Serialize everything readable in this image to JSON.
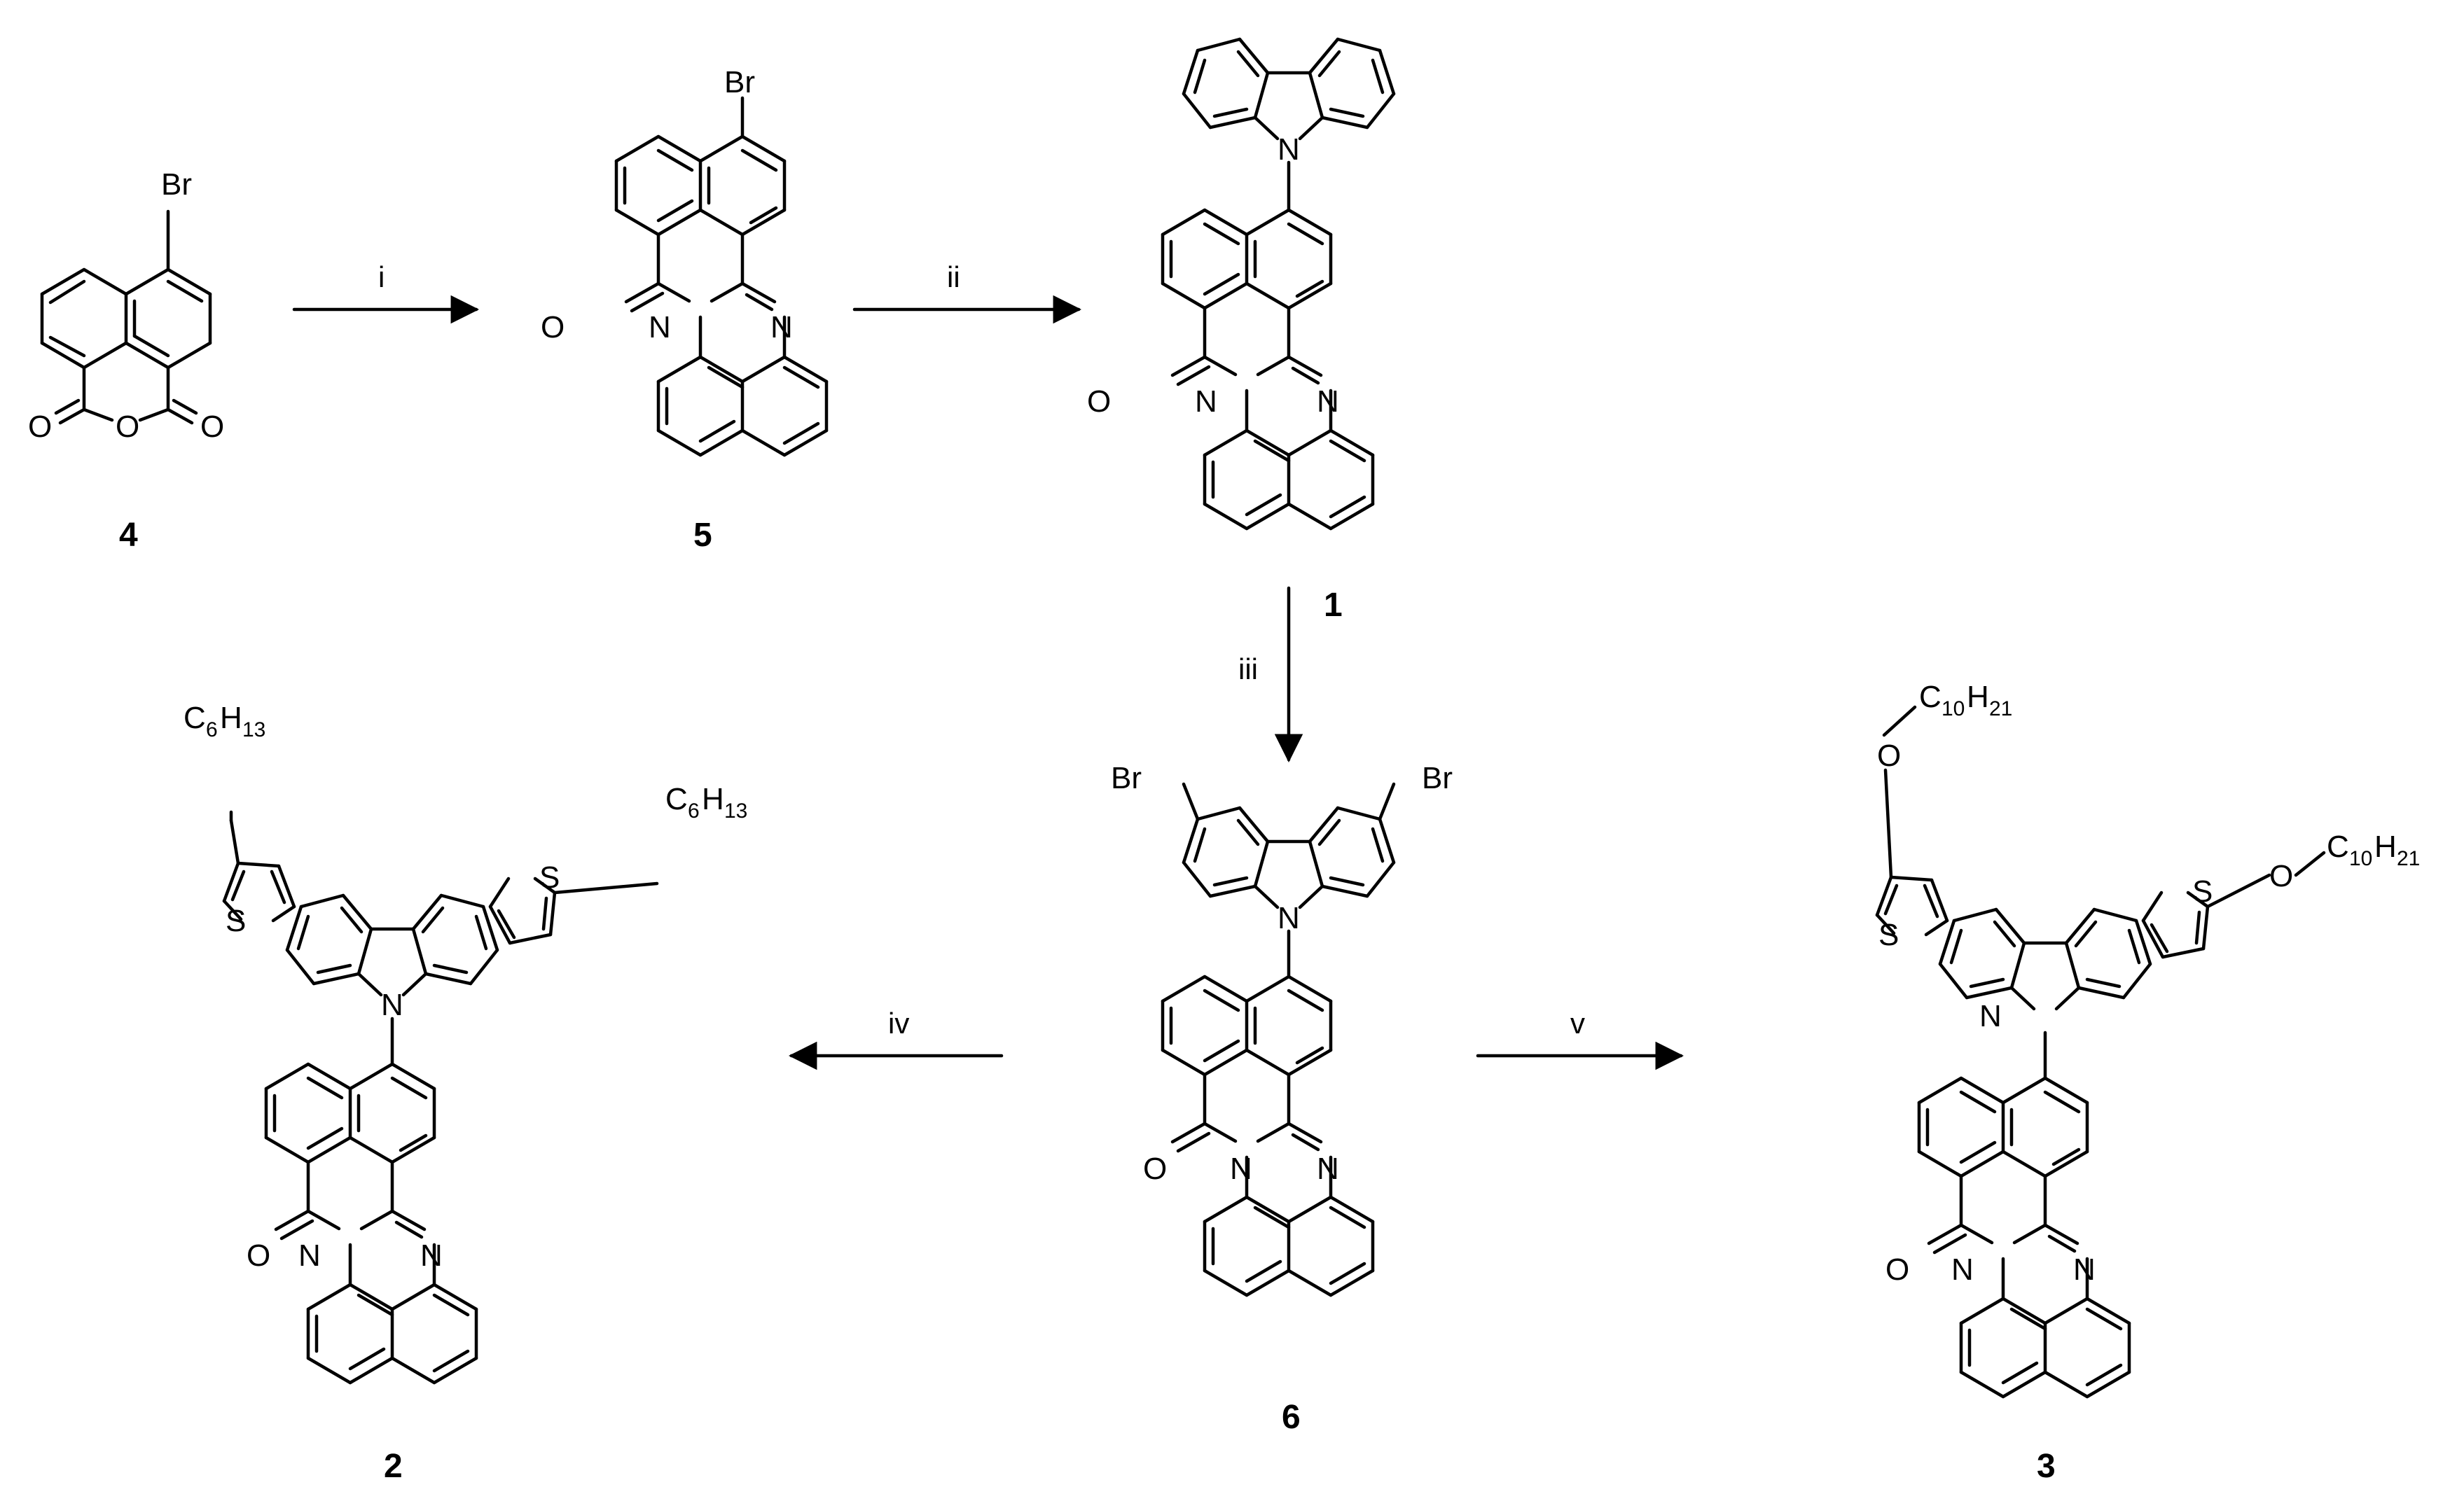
{
  "compounds": {
    "c4": {
      "number": "4",
      "atoms": {
        "br": "Br",
        "o_ring": "O",
        "o_left": "O",
        "o_right": "O"
      }
    },
    "c5": {
      "number": "5",
      "atoms": {
        "br": "Br",
        "o": "O",
        "n_imide": "N",
        "n_imine": "N"
      }
    },
    "c1": {
      "number": "1",
      "atoms": {
        "n_carbazole": "N",
        "o": "O",
        "n_imide": "N",
        "n_imine": "N"
      }
    },
    "c6": {
      "number": "6",
      "atoms": {
        "br_left": "Br",
        "br_right": "Br",
        "n_carbazole": "N",
        "o": "O",
        "n_imide": "N",
        "n_imine": "N"
      }
    },
    "c2": {
      "number": "2",
      "atoms": {
        "s_left": "S",
        "s_right": "S",
        "n_carbazole": "N",
        "o": "O",
        "n_imide": "N",
        "n_imine": "N",
        "hexyl_left": {
          "c": "C",
          "c_sub": "6",
          "h": "H",
          "h_sub": "13"
        },
        "hexyl_right": {
          "c": "C",
          "c_sub": "6",
          "h": "H",
          "h_sub": "13"
        }
      }
    },
    "c3": {
      "number": "3",
      "atoms": {
        "s_left": "S",
        "s_right": "S",
        "o_left": "O",
        "o_right": "O",
        "n_carbazole": "N",
        "o": "O",
        "n_imide": "N",
        "n_imine": "N",
        "decyl_left": {
          "c": "C",
          "c_sub": "10",
          "h": "H",
          "h_sub": "21"
        },
        "decyl_right": {
          "c": "C",
          "c_sub": "10",
          "h": "H",
          "h_sub": "21"
        }
      }
    }
  },
  "steps": [
    {
      "id": "step-i",
      "label": "i"
    },
    {
      "id": "step-ii",
      "label": "ii"
    },
    {
      "id": "step-iii",
      "label": "iii"
    },
    {
      "id": "step-iv",
      "label": "iv"
    },
    {
      "id": "step-v",
      "label": "v"
    }
  ]
}
